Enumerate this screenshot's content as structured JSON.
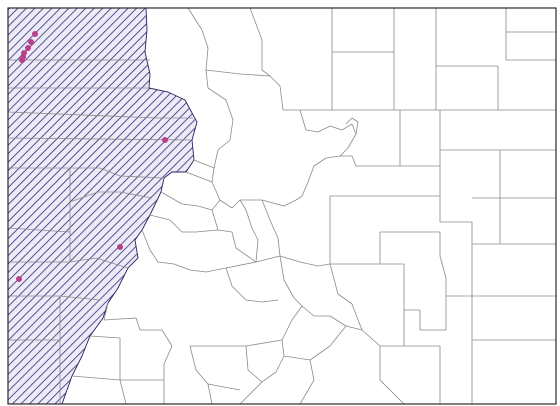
{
  "map": {
    "region": "Colorado",
    "colors": {
      "range_fill": "#2c2a7a",
      "range_bg": "#ecebf6",
      "occurrence": "#b8408a",
      "county_line": "#8a8a8a",
      "state_line": "#2b2b2b",
      "background": "#ffffff"
    },
    "layers": {
      "range_pattern": "diagonal-hatch",
      "occurrence_marker": "circle"
    }
  }
}
